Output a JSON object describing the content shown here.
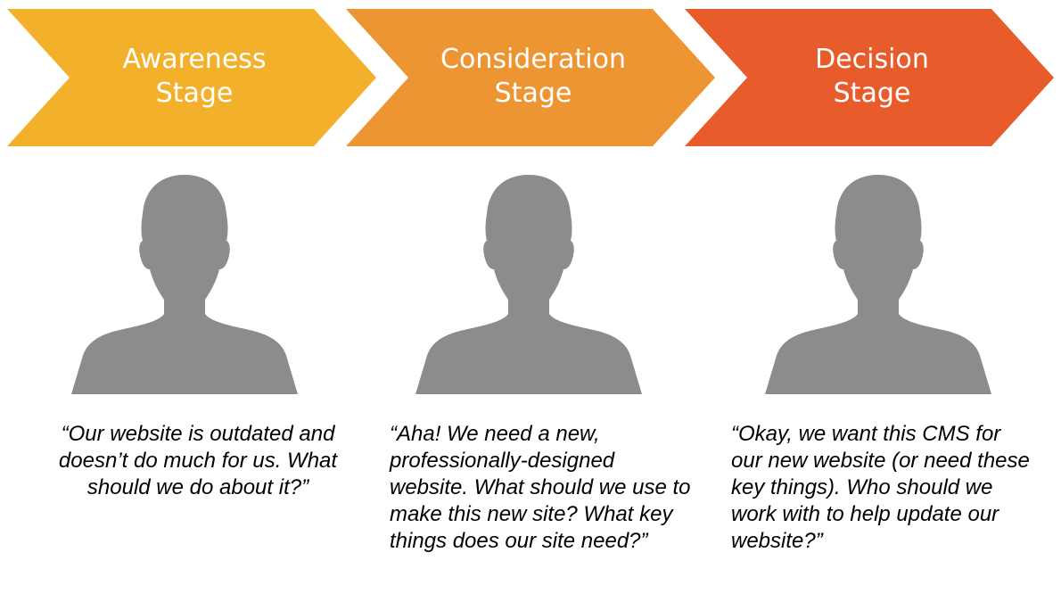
{
  "colors": {
    "awareness": "#F3B12B",
    "consideration": "#EE9533",
    "decision": "#E85B2A",
    "silhouette": "#8C8C8C"
  },
  "stages": [
    {
      "line1": "Awareness",
      "line2": "Stage",
      "quote": "“Our website is outdated and doesn’t do much for us. What should we do about it?”"
    },
    {
      "line1": "Consideration",
      "line2": "Stage",
      "quote": "“Aha! We need a new, professionally-designed website. What should we use to make this new site? What key things does our site need?”"
    },
    {
      "line1": "Decision",
      "line2": "Stage",
      "quote": "“Okay, we want this CMS for our new website (or need these key things). Who should we work with to help update our website?”"
    }
  ]
}
